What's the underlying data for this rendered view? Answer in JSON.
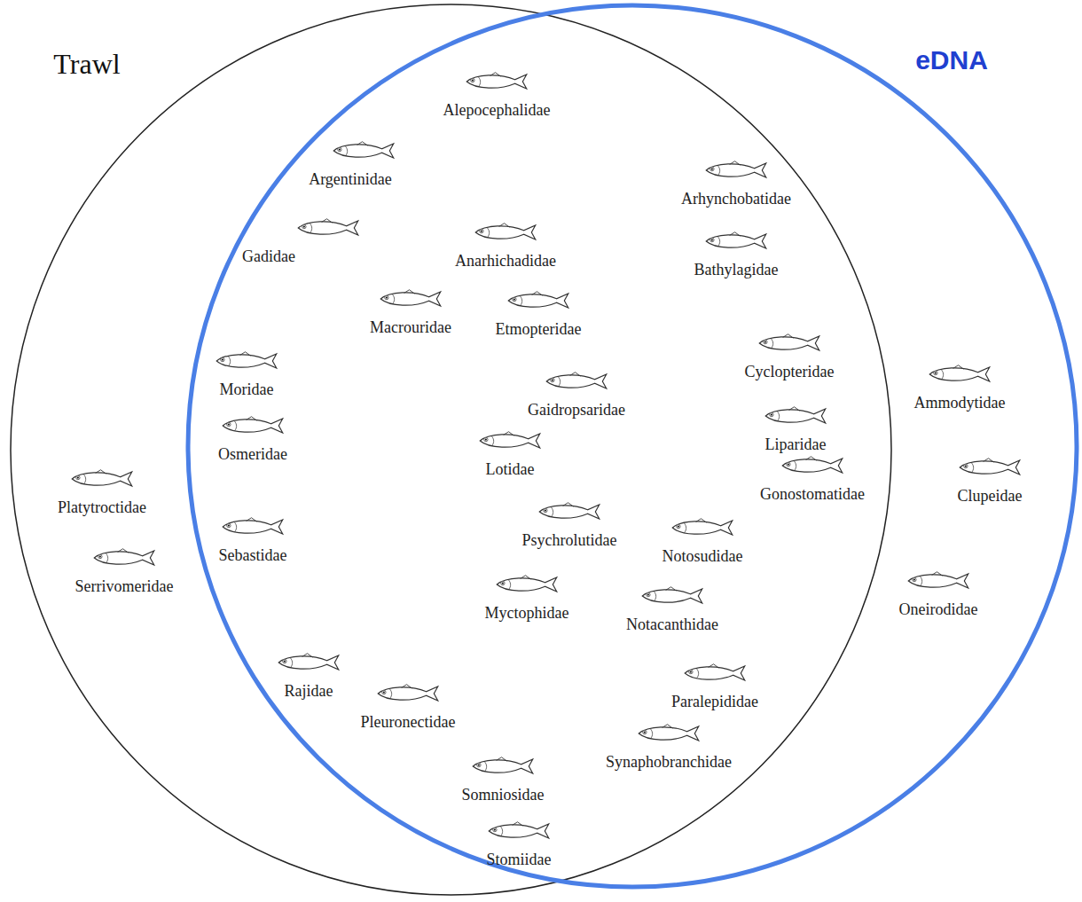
{
  "diagram": {
    "nodes": [
      {
        "text": [
          "Trawl"
        ]
      },
      {
        "text": [
          "eDNA"
        ]
      }
    ],
    "labels": [
      "Alepocephalidae",
      "Argentinidae",
      "Arhynchobatidae",
      "Gadidae",
      "Anarhichadidae",
      "Bathylagidae",
      "Macrouridae",
      "Etmopteridae",
      "Cyclopteridae",
      "Moridae",
      "Gaidropsaridae",
      "Ammodytidae",
      "Liparidae",
      "Osmeridae",
      "Lotidae",
      "Platytroctidae",
      "Gonostomatidae",
      "Clupeidae",
      "Psychrolutidae",
      "Notosudidae",
      "Sebastidae",
      "Serrivomeridae",
      "Oneirodidae",
      "Myctophidae",
      "Notacanthidae",
      "Rajidae",
      "Paralepididae",
      "Pleuronectidae",
      "Synaphobranchidae",
      "Somniosidae",
      "Stomiidae"
    ]
  }
}
